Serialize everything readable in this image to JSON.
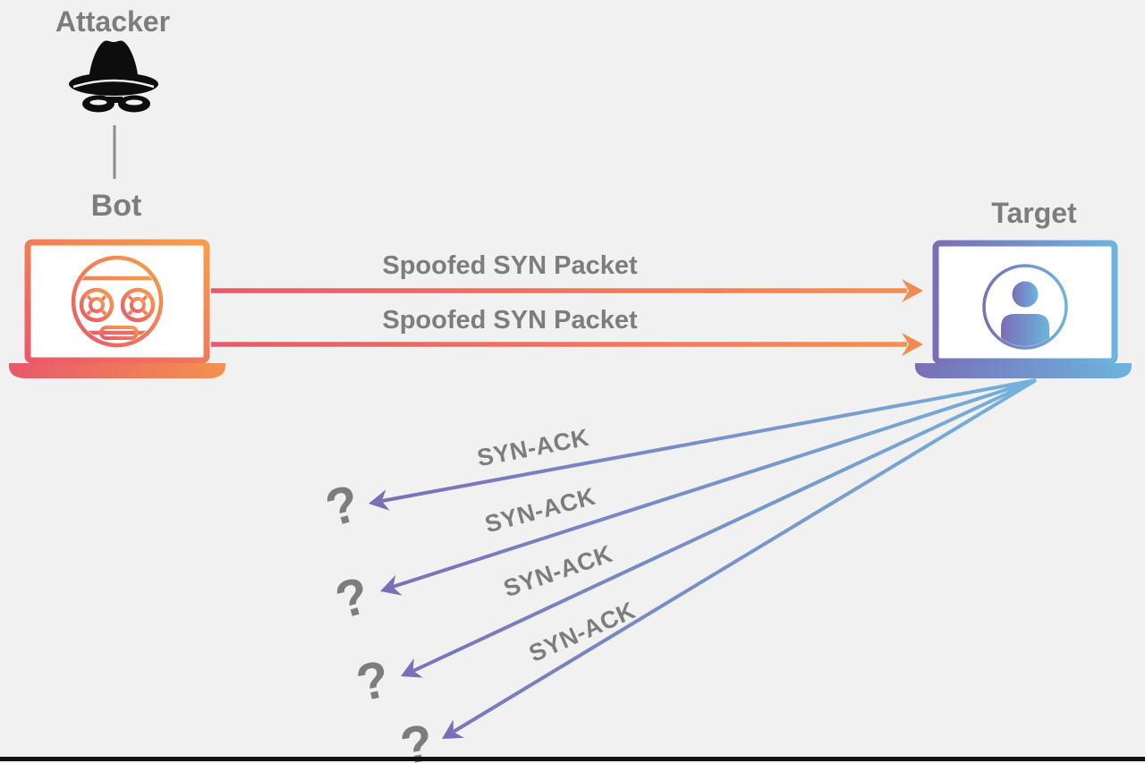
{
  "nodes": {
    "attacker": {
      "label": "Attacker",
      "icon": "spy-hat-glasses-icon"
    },
    "bot": {
      "label": "Bot",
      "icon": "robot-laptop-icon"
    },
    "target": {
      "label": "Target",
      "icon": "user-laptop-icon"
    }
  },
  "flows": {
    "syn": [
      {
        "label": "Spoofed SYN Packet",
        "from": "Bot",
        "to": "Target"
      },
      {
        "label": "Spoofed SYN Packet",
        "from": "Bot",
        "to": "Target"
      }
    ],
    "syn_ack": [
      {
        "label": "SYN-ACK",
        "from": "Target",
        "dest": "?"
      },
      {
        "label": "SYN-ACK",
        "from": "Target",
        "dest": "?"
      },
      {
        "label": "SYN-ACK",
        "from": "Target",
        "dest": "?"
      },
      {
        "label": "SYN-ACK",
        "from": "Target",
        "dest": "?"
      }
    ]
  },
  "colors": {
    "background": "#f2f1f1",
    "label_gray": "#7d7d7d",
    "pink": "#e8596b",
    "orange": "#f4914e",
    "purple": "#7a6eb7",
    "blue": "#6cb4de",
    "icon_black": "#0d0d0d",
    "border_black": "#121212"
  }
}
